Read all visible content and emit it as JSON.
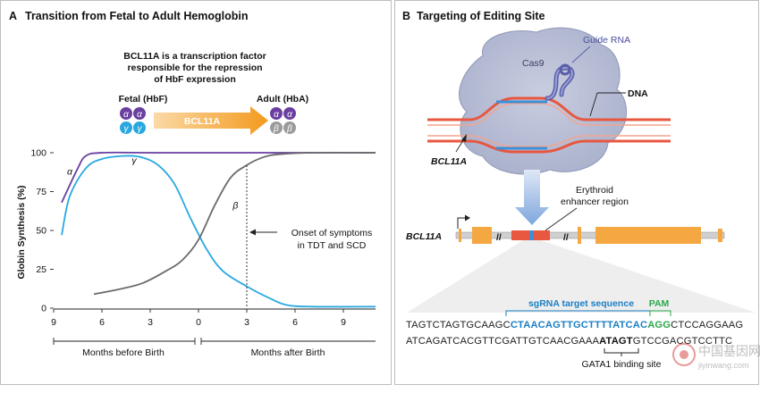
{
  "panel_a": {
    "letter": "A",
    "title": "Transition from Fetal to Adult Hemoglobin",
    "desc_line1": "BCL11A is a transcription factor",
    "desc_line2": "responsible for the repression",
    "desc_line3": "of HbF expression",
    "fetal_label": "Fetal (HbF)",
    "adult_label": "Adult (HbA)",
    "arrow_label": "BCL11A",
    "alpha_glyph": "α",
    "gamma_glyph": "γ",
    "beta_glyph": "β",
    "colors": {
      "alpha": "#6a3fa0",
      "gamma": "#29a8e0",
      "beta": "#9a9a9a",
      "arrow": "#f39a1e"
    }
  },
  "chart_data": {
    "type": "line",
    "ylabel": "Globin Synthesis (%)",
    "ylim": [
      0,
      100
    ],
    "y_ticks": [
      "0",
      "25",
      "50",
      "75",
      "100"
    ],
    "x_ticks": [
      "9",
      "6",
      "3",
      "0",
      "3",
      "6",
      "9"
    ],
    "x_ticks_value": [
      -9,
      -6,
      -3,
      0,
      3,
      6,
      9
    ],
    "xlim": [
      -9,
      11
    ],
    "x_group_before": "Months before Birth",
    "x_group_after": "Months after Birth",
    "series": [
      {
        "name": "α",
        "color": "#6a3fa0",
        "points": [
          [
            -8.5,
            68
          ],
          [
            -7.5,
            90
          ],
          [
            -7,
            98
          ],
          [
            -6,
            100
          ],
          [
            -3,
            100
          ],
          [
            0,
            100
          ],
          [
            3,
            100
          ],
          [
            6,
            100
          ],
          [
            11,
            100
          ]
        ]
      },
      {
        "name": "γ",
        "color": "#29a8e0",
        "points": [
          [
            -8.5,
            47
          ],
          [
            -8,
            72
          ],
          [
            -7,
            90
          ],
          [
            -6,
            96
          ],
          [
            -4.5,
            98
          ],
          [
            -3.5,
            97
          ],
          [
            -2.5,
            92
          ],
          [
            -1.5,
            80
          ],
          [
            -0.5,
            58
          ],
          [
            0.5,
            38
          ],
          [
            1.5,
            24
          ],
          [
            3,
            14
          ],
          [
            4.5,
            6
          ],
          [
            5.5,
            2
          ],
          [
            7,
            1
          ],
          [
            11,
            1
          ]
        ]
      },
      {
        "name": "β",
        "color": "#6b6b6b",
        "points": [
          [
            -6.5,
            9
          ],
          [
            -5,
            12
          ],
          [
            -3.5,
            16
          ],
          [
            -2,
            24
          ],
          [
            -1,
            31
          ],
          [
            0,
            44
          ],
          [
            1,
            66
          ],
          [
            2,
            84
          ],
          [
            3,
            92
          ],
          [
            4,
            97
          ],
          [
            5,
            99
          ],
          [
            7,
            100
          ],
          [
            11,
            100
          ]
        ]
      }
    ],
    "annotation": {
      "x": 3,
      "line1": "Onset of symptoms",
      "line2": "in TDT and SCD"
    }
  },
  "panel_b": {
    "letter": "B",
    "title": "Targeting of Editing Site",
    "guide_rna": "Guide RNA",
    "cas9": "Cas9",
    "dna": "DNA",
    "bcl11a": "BCL11A",
    "erythroid1": "Erythroid",
    "erythroid2": "enhancer region",
    "gene_label": "BCL11A",
    "sgrna_label": "sgRNA target sequence",
    "pam_label": "PAM",
    "seq1_pre": "TAGTCTAGTGCAAGC",
    "seq1_target": "CTAACAGTTGCTTTTATCAC",
    "seq1_pam": "AGG",
    "seq1_post": "CTCCAGGAAG",
    "seq2_pre": "ATCAGATCACGTTCGATTGTCAACGAAA",
    "seq2_bold": "ATAGT",
    "seq2_post": "GTCCGACGTCCTTC",
    "gata1": "GATA1 binding site",
    "colors": {
      "target": "#1a7fc4",
      "pam": "#2aa84a",
      "dna_red": "#e8573f",
      "dna_blue": "#3c8fd8",
      "exon": "#f5a742"
    }
  },
  "watermark": {
    "chinese": "中国基因网",
    "url": "jiyinwang.com"
  }
}
